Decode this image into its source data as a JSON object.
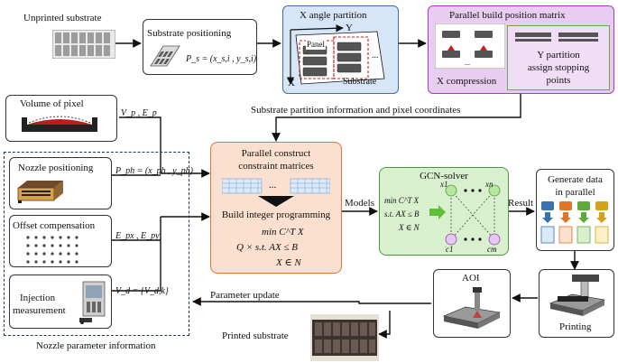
{
  "top": {
    "unprinted_substrate": "Unprinted substrate",
    "substrate_positioning": "Substrate positioning",
    "pos_formula": "P_s = (x_s,i , y_s,i)",
    "x_angle_partition": "X angle partition",
    "axis_x": "X",
    "axis_y": "Y",
    "panel": "Panel",
    "substrate": "Substrate",
    "dots": "...",
    "parallel_build": "Parallel build position matrix",
    "x_compression": "X compression",
    "y_partition_1": "Y partition",
    "y_partition_2": "assign stopping",
    "y_partition_3": "points"
  },
  "partition_info": "Substrate partition information and pixel coordinates",
  "left": {
    "volume_of_pixel": "Volume of pixel",
    "vp_ep": "V_p , E_p",
    "nozzle_positioning": "Nozzle positioning",
    "p_ph": "P_ph = (x_ph , y_ph)",
    "offset_compensation": "Offset compensation",
    "e_px": "E_px , E_py",
    "injection_1": "Injection",
    "injection_2": "measurement",
    "v_d": "V_d = {V_d,k}",
    "group_label": "Nozzle parameter information"
  },
  "center": {
    "title_1": "Parallel construct",
    "title_2": "constraint matrices",
    "dots": "...",
    "build_ip": "Build integer programming",
    "eq_min": "min   C^T X",
    "eq_st": "Q  × s.t.  AX ≤ B",
    "eq_set": "X ∈ N",
    "models": "Models"
  },
  "gcn": {
    "title": "GCN-solver",
    "min": "min   C^T X",
    "st": "s.t.  AX ≤ B",
    "set": "X ∈ N",
    "x1": "x1",
    "xn": "xn",
    "c1": "c1",
    "cm": "cm",
    "result": "Result"
  },
  "right": {
    "generate_1": "Generate data",
    "generate_2": "in parallel",
    "printing": "Printing",
    "aoi": "AOI"
  },
  "bottom": {
    "parameter_update": "Parameter update",
    "printed_substrate": "Printed substrate"
  },
  "colors": {
    "x_angle_bg": "#d6e6f7",
    "x_angle_border": "#3a6fb0",
    "parallel_bg": "#e8cdf0",
    "parallel_border": "#a43fc4",
    "center_bg": "#fbe0cf",
    "center_border": "#d9763a",
    "gcn_bg": "#d9f0cf",
    "gcn_border": "#4a9a3a",
    "ypart_border": "#6aa84f",
    "dashed_red": "#d11a1a",
    "dashed_navy": "#1f3a5f",
    "node_green": "#b8e6a0",
    "node_purple": "#e4c9f2",
    "pixel_red": "#c0181c"
  }
}
